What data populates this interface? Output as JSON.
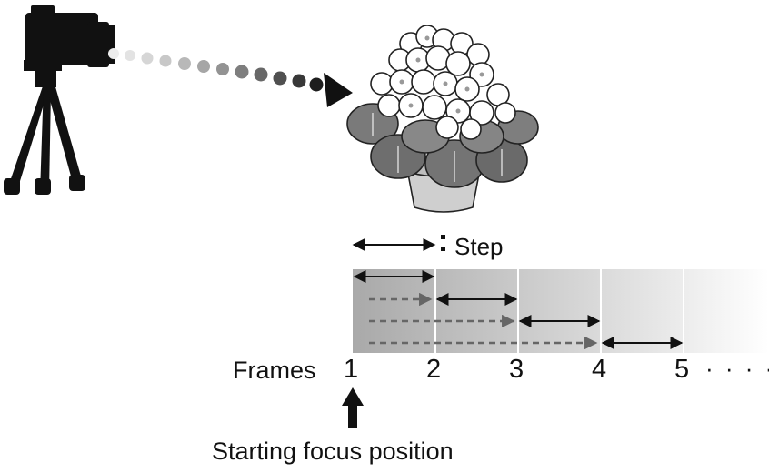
{
  "legend": {
    "step_label": "Step",
    "separator": ":"
  },
  "frames": {
    "label": "Frames",
    "numbers": [
      "1",
      "2",
      "3",
      "4",
      "5"
    ],
    "continuation": "· · · ·"
  },
  "start": {
    "label": "Starting focus position"
  },
  "icons": {
    "camera": "camera-on-tripod-icon",
    "subject": "potted-plant-icon",
    "focus_path": "dotted-arrow",
    "start_marker": "up-arrow-icon"
  },
  "colors": {
    "ink": "#111111",
    "gradient_start": "#a9a9a9",
    "gradient_end": "#ffffff",
    "frame_divider": "#ffffff"
  }
}
